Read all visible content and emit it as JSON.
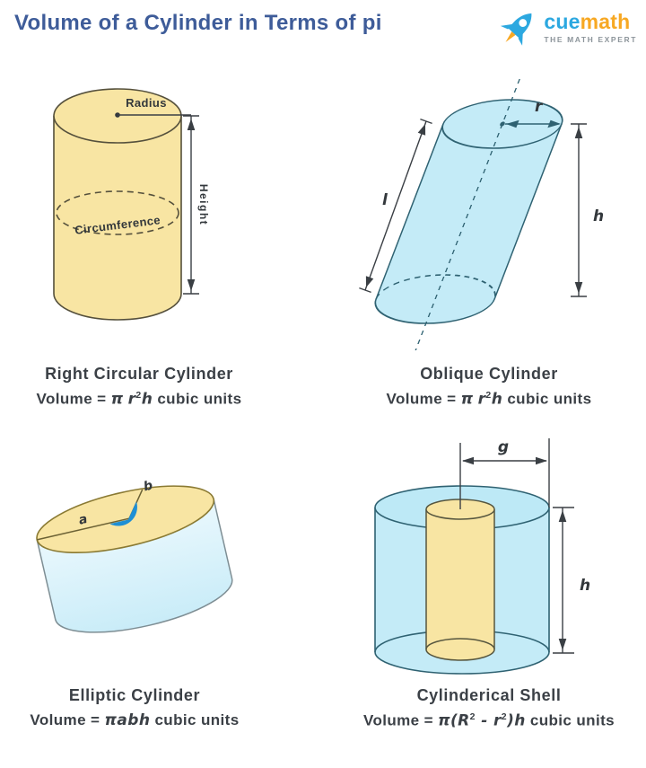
{
  "header": {
    "title": "Volume of a Cylinder in Terms of pi",
    "logo": {
      "brand_cue": "cue",
      "brand_math": "math",
      "tagline": "THE MATH EXPERT"
    }
  },
  "colors": {
    "title_blue": "#3E5C99",
    "logo_blue": "#2CA8E0",
    "logo_orange": "#F7A823",
    "tagline_gray": "#8D959B",
    "cylinder_yellow": "#F8E5A3",
    "cylinder_blue": "#C4EBF7",
    "elliptic_body_blue": "#D9F1FA",
    "wedge_blue": "#1E8FD5",
    "outline_olive": "#55503C",
    "outline_teal": "#2F6272",
    "text_dark": "#3B4046"
  },
  "figures": {
    "right_circular": {
      "title": "Right Circular Cylinder",
      "labels": {
        "radius": "Radius",
        "height": "Height",
        "circumference": "Circumference"
      },
      "formula": {
        "pre": "Volume = ",
        "pi": "π",
        "var1": "r",
        "sup": "2",
        "var2": "h",
        "post": " cubic units"
      }
    },
    "oblique": {
      "title": "Oblique Cylinder",
      "labels": {
        "r": "r",
        "l": "l",
        "h": "h"
      },
      "formula": {
        "pre": "Volume = ",
        "pi": "π",
        "var1": "r",
        "sup": "2",
        "var2": "h",
        "post": " cubic units"
      }
    },
    "elliptic": {
      "title": "Elliptic Cylinder",
      "labels": {
        "a": "a",
        "b": "b"
      },
      "formula": {
        "pre": "Volume = ",
        "pi": "π",
        "vars": "abh",
        "post": " cubic units"
      }
    },
    "shell": {
      "title": "Cylinderical Shell",
      "labels": {
        "g": "g",
        "h": "h"
      },
      "formula": {
        "pre": "Volume = ",
        "pi": "π",
        "t1": "(R",
        "sup1": "2",
        "t2": " - r",
        "sup2": "2",
        "t3": ")h",
        "post": " cubic units"
      }
    }
  }
}
